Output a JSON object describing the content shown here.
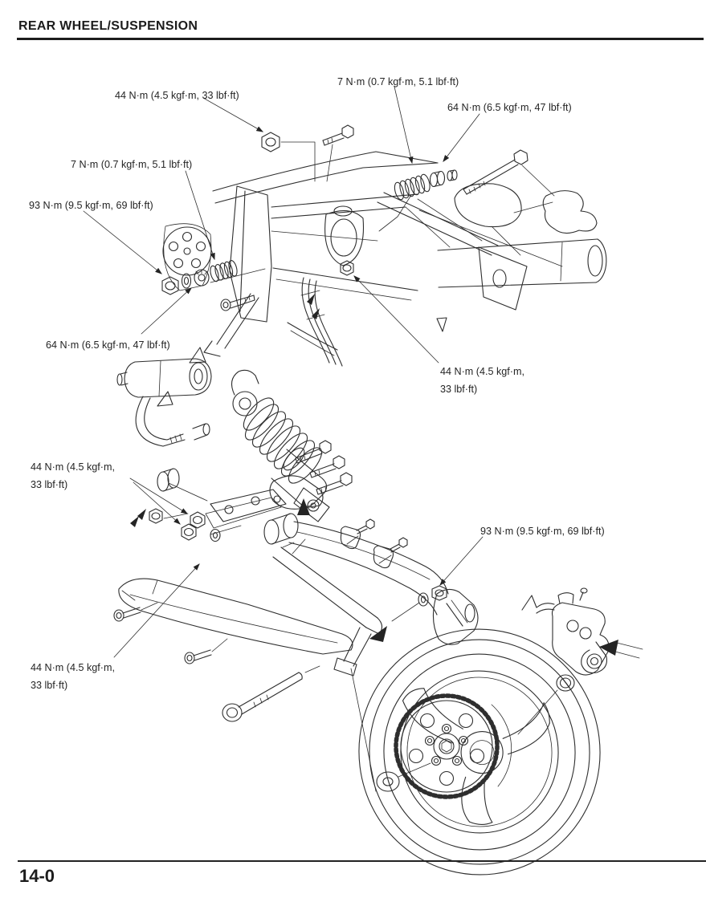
{
  "header": {
    "title": "REAR WHEEL/SUSPENSION"
  },
  "footer": {
    "page_number": "14-0"
  },
  "colors": {
    "ink": "#1c1c1c",
    "line": "#2e2e2e",
    "paper": "#ffffff"
  },
  "torque_labels": [
    {
      "id": "top-left",
      "text": "44 N·m (4.5 kgf·m, 33 lbf·ft)"
    },
    {
      "id": "top-center",
      "text": "7 N·m (0.7 kgf·m, 5.1 lbf·ft)"
    },
    {
      "id": "top-right",
      "text": "64 N·m (6.5 kgf·m, 47 lbf·ft)"
    },
    {
      "id": "left-upper",
      "text": "7 N·m (0.7 kgf·m, 5.1 lbf·ft)"
    },
    {
      "id": "left-middle",
      "text": "93 N·m (9.5 kgf·m, 69 lbf·ft)"
    },
    {
      "id": "left-lower",
      "text": "64 N·m (6.5 kgf·m, 47 lbf·ft)"
    },
    {
      "id": "center-right",
      "text": "44 N·m (4.5 kgf·m,\n33 lbf·ft)"
    },
    {
      "id": "link-left",
      "text": "44 N·m (4.5 kgf·m,\n33 lbf·ft)"
    },
    {
      "id": "bottom-left",
      "text": "44 N·m (4.5 kgf·m,\n33 lbf·ft)"
    },
    {
      "id": "bottom-right",
      "text": "93 N·m (9.5 kgf·m, 69 lbf·ft)"
    }
  ]
}
